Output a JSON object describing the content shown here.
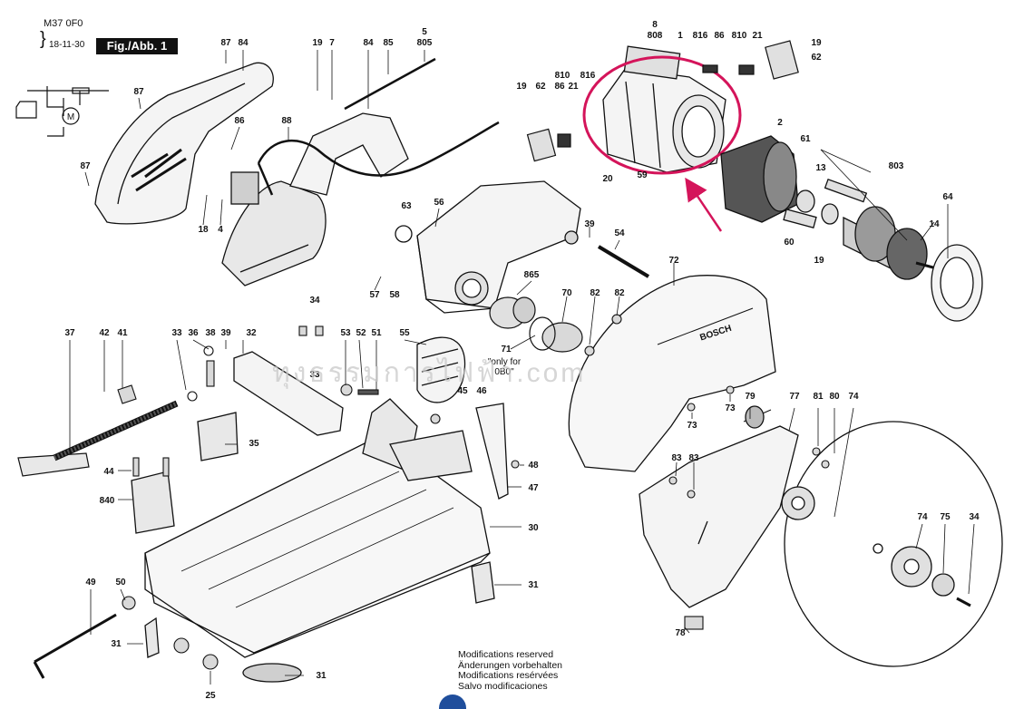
{
  "header": {
    "model_code": "M37 0F0",
    "date_code": "18-11-30",
    "figure_label": "Fig./Abb. 1"
  },
  "callouts": [
    {
      "id": "c87a",
      "text": "87"
    },
    {
      "id": "c84a",
      "text": "84"
    },
    {
      "id": "c87b",
      "text": "87"
    },
    {
      "id": "c87c",
      "text": "87"
    },
    {
      "id": "c19a",
      "text": "19"
    },
    {
      "id": "c7",
      "text": "7"
    },
    {
      "id": "c84b",
      "text": "84"
    },
    {
      "id": "c85",
      "text": "85"
    },
    {
      "id": "c5",
      "text": "5"
    },
    {
      "id": "c805",
      "text": "805"
    },
    {
      "id": "c88",
      "text": "88"
    },
    {
      "id": "c86a",
      "text": "86"
    },
    {
      "id": "c18",
      "text": "18"
    },
    {
      "id": "c4",
      "text": "4"
    },
    {
      "id": "c63",
      "text": "63"
    },
    {
      "id": "c56",
      "text": "56"
    },
    {
      "id": "c57",
      "text": "57"
    },
    {
      "id": "c58",
      "text": "58"
    },
    {
      "id": "c39a",
      "text": "39"
    },
    {
      "id": "c54",
      "text": "54"
    },
    {
      "id": "c865",
      "text": "865"
    },
    {
      "id": "c70",
      "text": "70"
    },
    {
      "id": "c82a",
      "text": "82"
    },
    {
      "id": "c82b",
      "text": "82"
    },
    {
      "id": "c71",
      "text": "71"
    },
    {
      "id": "c72",
      "text": "72"
    },
    {
      "id": "c8",
      "text": "8"
    },
    {
      "id": "c808",
      "text": "808"
    },
    {
      "id": "c1",
      "text": "1"
    },
    {
      "id": "c816a",
      "text": "816"
    },
    {
      "id": "c86b",
      "text": "86"
    },
    {
      "id": "c810a",
      "text": "810"
    },
    {
      "id": "c21a",
      "text": "21"
    },
    {
      "id": "c19b",
      "text": "19"
    },
    {
      "id": "c62a",
      "text": "62"
    },
    {
      "id": "c19c",
      "text": "19"
    },
    {
      "id": "c62b",
      "text": "62"
    },
    {
      "id": "c86c",
      "text": "86"
    },
    {
      "id": "c810b",
      "text": "810"
    },
    {
      "id": "c816b",
      "text": "816"
    },
    {
      "id": "c21b",
      "text": "21"
    },
    {
      "id": "c20",
      "text": "20"
    },
    {
      "id": "c59",
      "text": "59"
    },
    {
      "id": "c2",
      "text": "2"
    },
    {
      "id": "c61",
      "text": "61"
    },
    {
      "id": "c13",
      "text": "13"
    },
    {
      "id": "c803",
      "text": "803"
    },
    {
      "id": "c64",
      "text": "64"
    },
    {
      "id": "c14",
      "text": "14"
    },
    {
      "id": "c60",
      "text": "60"
    },
    {
      "id": "c19d",
      "text": "19"
    },
    {
      "id": "c37",
      "text": "37"
    },
    {
      "id": "c42",
      "text": "42"
    },
    {
      "id": "c41",
      "text": "41"
    },
    {
      "id": "c33a",
      "text": "33"
    },
    {
      "id": "c36",
      "text": "36"
    },
    {
      "id": "c38",
      "text": "38"
    },
    {
      "id": "c39b",
      "text": "39"
    },
    {
      "id": "c32",
      "text": "32"
    },
    {
      "id": "c34a",
      "text": "34"
    },
    {
      "id": "c33b",
      "text": "33"
    },
    {
      "id": "c53",
      "text": "53"
    },
    {
      "id": "c52",
      "text": "52"
    },
    {
      "id": "c51",
      "text": "51"
    },
    {
      "id": "c55",
      "text": "55"
    },
    {
      "id": "c45",
      "text": "45"
    },
    {
      "id": "c46",
      "text": "46"
    },
    {
      "id": "c35",
      "text": "35"
    },
    {
      "id": "c44",
      "text": "44"
    },
    {
      "id": "c840",
      "text": "840"
    },
    {
      "id": "c48",
      "text": "48"
    },
    {
      "id": "c47",
      "text": "47"
    },
    {
      "id": "c30",
      "text": "30"
    },
    {
      "id": "c49",
      "text": "49"
    },
    {
      "id": "c50",
      "text": "50"
    },
    {
      "id": "c31a",
      "text": "31"
    },
    {
      "id": "c31b",
      "text": "31"
    },
    {
      "id": "c31c",
      "text": "31"
    },
    {
      "id": "c25",
      "text": "25"
    },
    {
      "id": "c73a",
      "text": "73"
    },
    {
      "id": "c73b",
      "text": "73"
    },
    {
      "id": "c79",
      "text": "79"
    },
    {
      "id": "c77",
      "text": "77"
    },
    {
      "id": "c81",
      "text": "81"
    },
    {
      "id": "c80",
      "text": "80"
    },
    {
      "id": "c74a",
      "text": "74"
    },
    {
      "id": "c83a",
      "text": "83"
    },
    {
      "id": "c83b",
      "text": "83"
    },
    {
      "id": "c74b",
      "text": "74"
    },
    {
      "id": "c75",
      "text": "75"
    },
    {
      "id": "c34b",
      "text": "34"
    },
    {
      "id": "c78",
      "text": "78"
    }
  ],
  "only_for_note": {
    "line1": "\"only for",
    "line2": "0B0\""
  },
  "guard_brand": "BOSCH",
  "motor_symbol": "M",
  "notes": [
    "Modifications reserved",
    "Änderungen vorbehalten",
    "Modifications resérvées",
    "Salvo modificaciones"
  ],
  "watermark": "ทุงธรรมการไฟฟ้า.com",
  "colors": {
    "highlight": "#d4145a",
    "line": "#111111",
    "fill_light": "#f4f4f4",
    "fill_mid": "#d9d9d9",
    "fill_dark": "#555555"
  }
}
